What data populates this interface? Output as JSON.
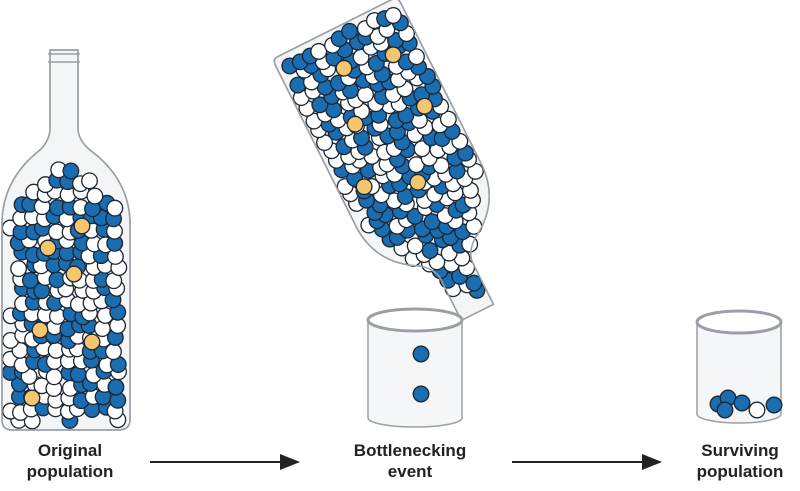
{
  "labels": {
    "original": [
      "Original",
      "population"
    ],
    "bottleneck": [
      "Bottlenecking",
      "event"
    ],
    "surviving": [
      "Surviving",
      "population"
    ]
  },
  "colors": {
    "blue": "#1a6db0",
    "white": "#ffffff",
    "yellow": "#f6c66e",
    "outline": "#1b2633",
    "glass": "#9a9fa6"
  }
}
